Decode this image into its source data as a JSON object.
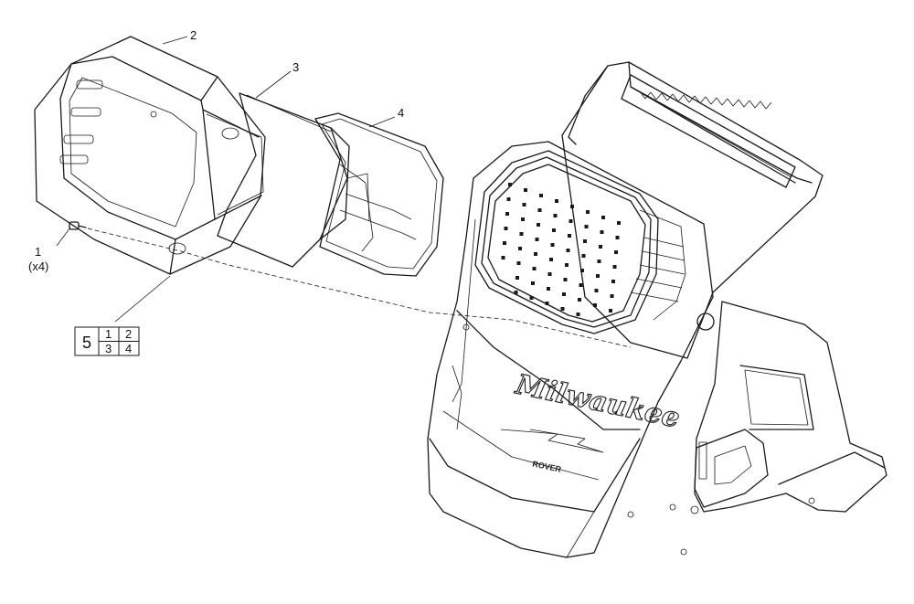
{
  "callouts": [
    {
      "id": "2",
      "label": "2"
    },
    {
      "id": "3",
      "label": "3"
    },
    {
      "id": "4",
      "label": "4"
    },
    {
      "id": "1",
      "label": "1",
      "qty": "(x4)"
    }
  ],
  "kit_table": {
    "kit_number": "5",
    "cells": [
      "1",
      "2",
      "3",
      "4"
    ]
  },
  "branding": {
    "logo_text": "Milwaukee",
    "model_text": "ROVER"
  },
  "colors": {
    "line": "#1a1a1a",
    "background": "#ffffff"
  }
}
